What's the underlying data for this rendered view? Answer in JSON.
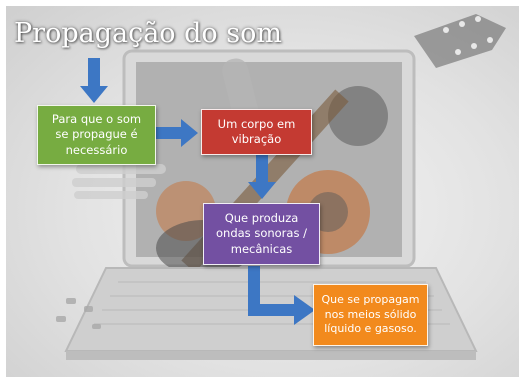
{
  "slide": {
    "title": "Propagação do som"
  },
  "flow": {
    "requirement": "Para que o som\nse propague é\nnecessário",
    "vibrating_body": "Um corpo em\nvibração",
    "waves": "Que produza\nondas sonoras /\nmecânicas",
    "media": "Que se propagam\nnos meios sólido\nlíquido e gasoso."
  },
  "colors": {
    "arrow": "#3d77c4",
    "green": "#77ac41",
    "red": "#c43a32",
    "purple": "#7350a2",
    "orange": "#f28a1d"
  }
}
